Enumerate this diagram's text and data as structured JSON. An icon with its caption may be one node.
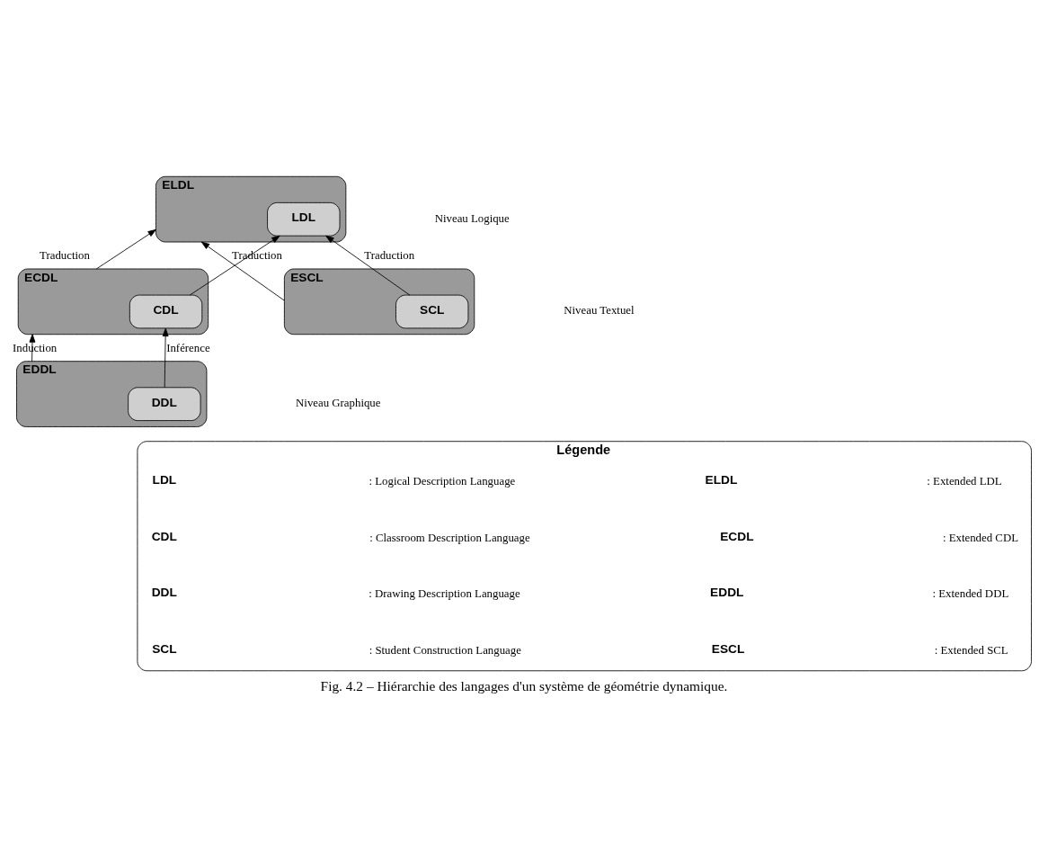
{
  "diagram": {
    "caption": "Fig. 4.2 – Hiérarchie des langages d'un système de géométrie dynamique.",
    "nodes": [
      {
        "text": [
          "ELDL"
        ]
      },
      {
        "text": [
          "LDL"
        ],
        "in": 0
      },
      {
        "text": [
          "ECDL"
        ]
      },
      {
        "text": [
          "CDL"
        ],
        "in": 2
      },
      {
        "text": [
          "ESCL"
        ]
      },
      {
        "text": [
          "SCL"
        ],
        "in": 4
      },
      {
        "text": [
          "EDDL"
        ]
      },
      {
        "text": [
          "DDL"
        ],
        "in": 6
      },
      {
        "text": [
          "Légende"
        ]
      }
    ],
    "edges": [
      {
        "from": 2,
        "to": 0,
        "arrow": "to",
        "label": "Traduction"
      },
      {
        "from": 3,
        "to": 1,
        "arrow": "to"
      },
      {
        "from": 4,
        "to": 0,
        "arrow": "to",
        "label": "Traduction"
      },
      {
        "from": 5,
        "to": 1,
        "arrow": "to",
        "label": "Traduction"
      },
      {
        "from": 6,
        "to": 2,
        "arrow": "to",
        "label": "Induction"
      },
      {
        "from": 7,
        "to": 3,
        "arrow": "to",
        "label": "Inférence"
      }
    ],
    "labels": [
      "Niveau Logique",
      "Niveau Textuel",
      "Niveau Graphique",
      "LDL",
      ": Logical Description Language",
      "ELDL",
      ": Extended LDL",
      "CDL",
      ": Classroom Description Language",
      "ECDL",
      ": Extended CDL",
      "DDL",
      ": Drawing Description Language",
      "EDDL",
      ": Extended DDL",
      "SCL",
      ": Student Construction Language",
      "ESCL",
      ": Extended SCL"
    ]
  }
}
